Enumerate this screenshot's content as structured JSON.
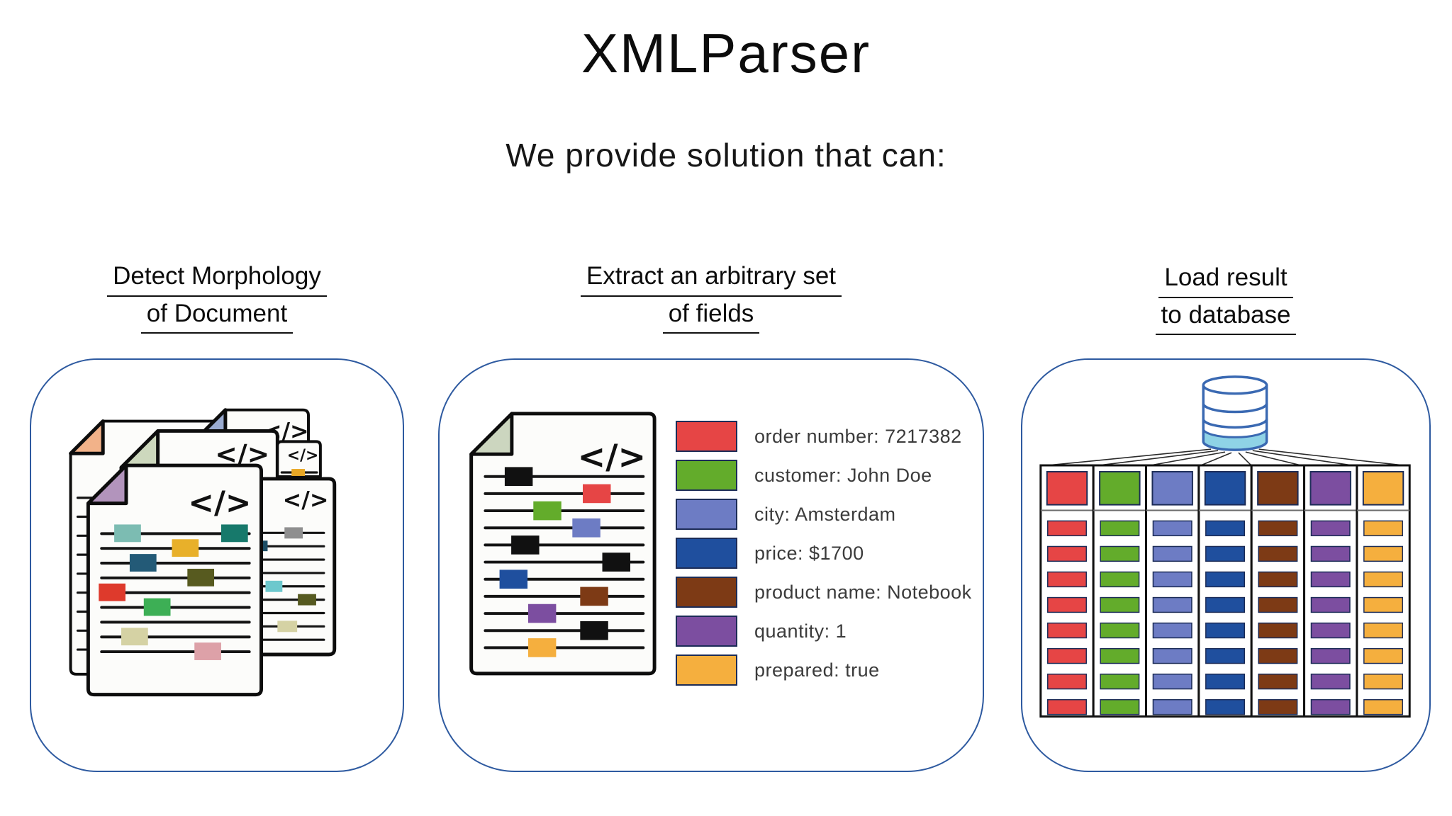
{
  "page": {
    "title": "XMLParser",
    "subtitle": "We provide solution that can:"
  },
  "sections": {
    "morphology": {
      "line1": "Detect Morphology",
      "line2": "of Document"
    },
    "extract": {
      "line1": "Extract an arbitrary set",
      "line2": "of fields"
    },
    "load": {
      "line1": "Load result",
      "line2": "to database"
    }
  },
  "glyphs": {
    "code": "</>"
  },
  "palette": {
    "red": "#E64545",
    "green": "#63AC2B",
    "slate": "#6D7CC4",
    "blue": "#1F4F9E",
    "brown": "#7D3A15",
    "purple": "#7C4EA0",
    "orange": "#F5AF3E",
    "panel-border": "#2E5AA0",
    "ink": "#111111",
    "db-band": "#8FD3E6",
    "db-stroke": "#3A69B2"
  },
  "extract_fields": [
    {
      "color": "red",
      "label": "order number: 7217382"
    },
    {
      "color": "green",
      "label": "customer: John Doe"
    },
    {
      "color": "slate",
      "label": "city: Amsterdam"
    },
    {
      "color": "blue",
      "label": "price: $1700"
    },
    {
      "color": "brown",
      "label": "product name: Notebook"
    },
    {
      "color": "purple",
      "label": "quantity: 1"
    },
    {
      "color": "orange",
      "label": "prepared: true"
    }
  ],
  "extract_document": {
    "rows": [
      {
        "color": "black",
        "pos": 0.15
      },
      {
        "color": "red",
        "pos": 0.75
      },
      {
        "color": "green",
        "pos": 0.37
      },
      {
        "color": "slate",
        "pos": 0.67
      },
      {
        "color": "black",
        "pos": 0.2
      },
      {
        "color": "black",
        "pos": 0.9
      },
      {
        "color": "blue",
        "pos": 0.11
      },
      {
        "color": "brown",
        "pos": 0.73
      },
      {
        "color": "purple",
        "pos": 0.33
      },
      {
        "color": "black",
        "pos": 0.73
      },
      {
        "color": "orange",
        "pos": 0.33
      }
    ]
  },
  "database": {
    "columns": [
      "red",
      "green",
      "slate",
      "blue",
      "brown",
      "purple",
      "orange"
    ],
    "rows_per_column": 8
  }
}
